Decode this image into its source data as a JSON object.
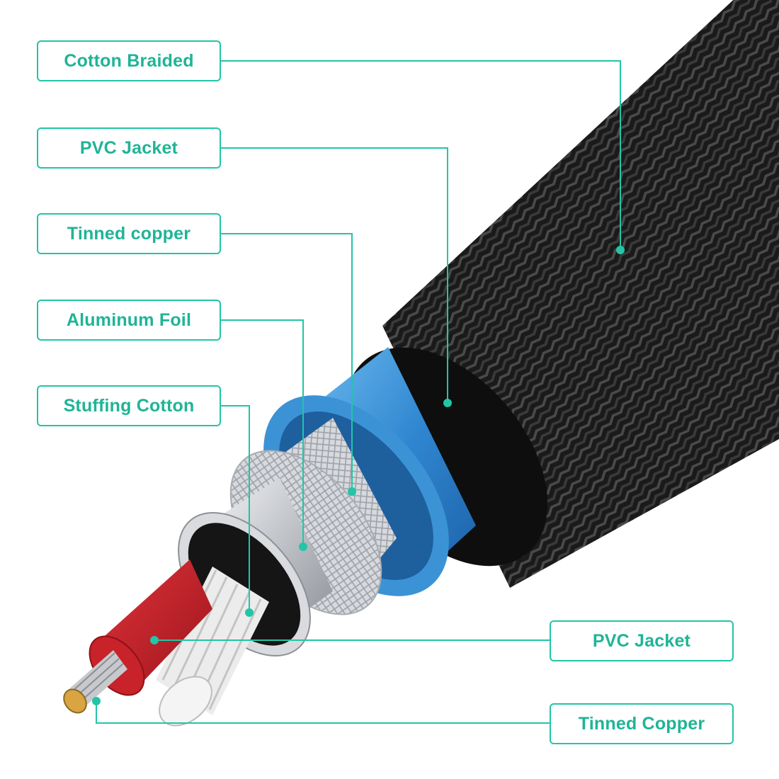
{
  "accent_color": "#22c5a6",
  "labels": {
    "cotton_braided": "Cotton Braided",
    "pvc_jacket_outer": "PVC Jacket",
    "tinned_copper_shield": "Tinned copper",
    "aluminum_foil": "Aluminum Foil",
    "stuffing_cotton": "Stuffing Cotton",
    "pvc_jacket_inner": "PVC Jacket",
    "tinned_copper_core": "Tinned Copper"
  },
  "layer_colors": {
    "braid": "#1c1c1c",
    "outer_jacket": "#3b93d6",
    "copper_shield": "#c9ccd1",
    "foil": "#b4b7bc",
    "core_jacket": "#c8222a",
    "stuffing": "#eeeeee",
    "copper_core": "#d9a441"
  }
}
